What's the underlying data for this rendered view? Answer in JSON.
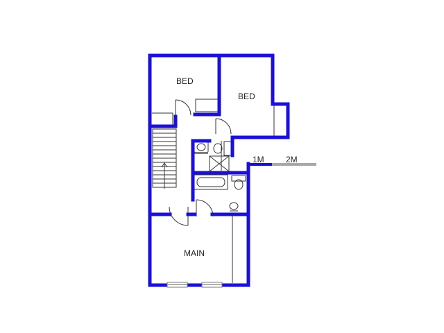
{
  "rooms": {
    "bed_left": "BED",
    "bed_right": "BED",
    "main": "MAIN"
  },
  "scale_bar": {
    "mark_1": "1M",
    "mark_2": "2M"
  },
  "colors": {
    "wall": "#1a10d8",
    "fixture": "#333333",
    "scale_dark": "#1a10d8",
    "scale_light": "#a8a8a8",
    "window": "#7a7a7a"
  }
}
